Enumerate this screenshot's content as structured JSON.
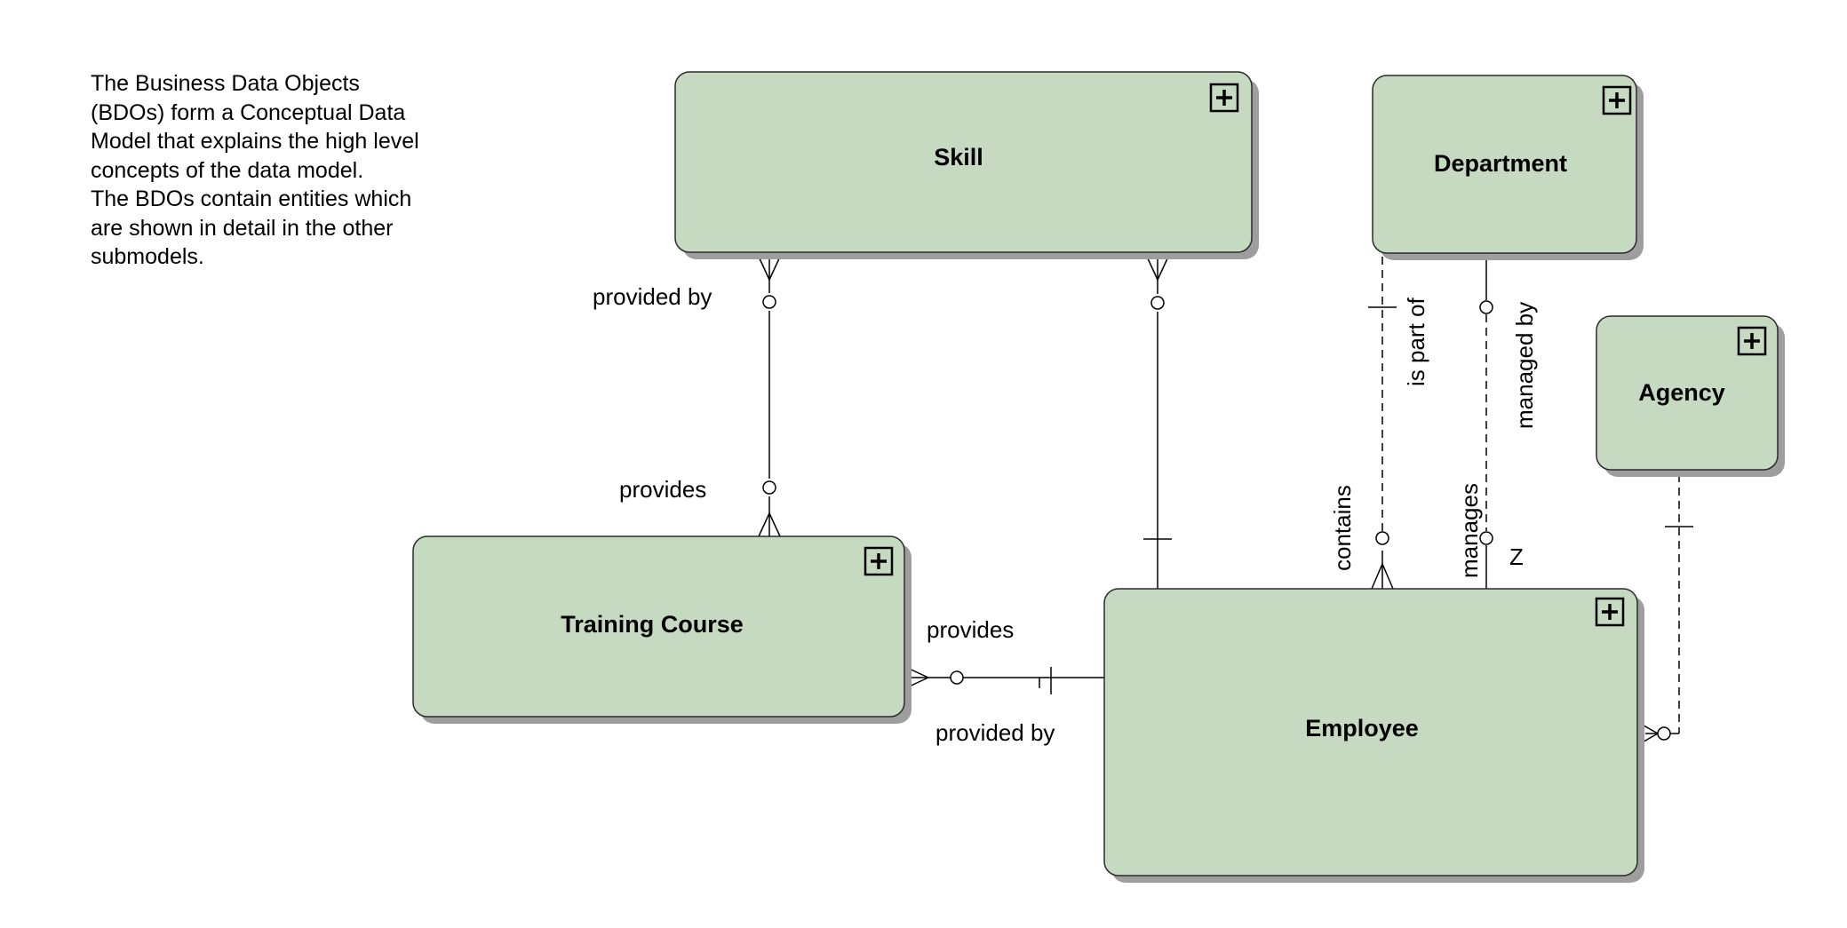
{
  "description": [
    "The Business Data Objects",
    "(BDOs) form a Conceptual Data",
    "Model that explains the high level",
    "concepts of the data model.",
    "The BDOs contain entities which",
    "are shown in detail in the other",
    "submodels."
  ],
  "entities": {
    "skill": "Skill",
    "department": "Department",
    "agency": "Agency",
    "training_course": "Training Course",
    "employee": "Employee"
  },
  "relationships": {
    "skill_training_provided_by": "provided by",
    "skill_training_provides": "provides",
    "training_employee_provides": "provides",
    "training_employee_provided_by": "provided by",
    "dept_employee_is_part_of": "is part of",
    "dept_employee_contains": "contains",
    "dept_employee_managed_by": "managed by",
    "dept_employee_manages": "manages",
    "dept_employee_cardinality": "Z"
  },
  "colors": {
    "entity_fill": "#c6dac2",
    "entity_shadow": "#9e9e9e",
    "line": "#000000"
  },
  "icons": {
    "expand": "plus-square-icon"
  }
}
